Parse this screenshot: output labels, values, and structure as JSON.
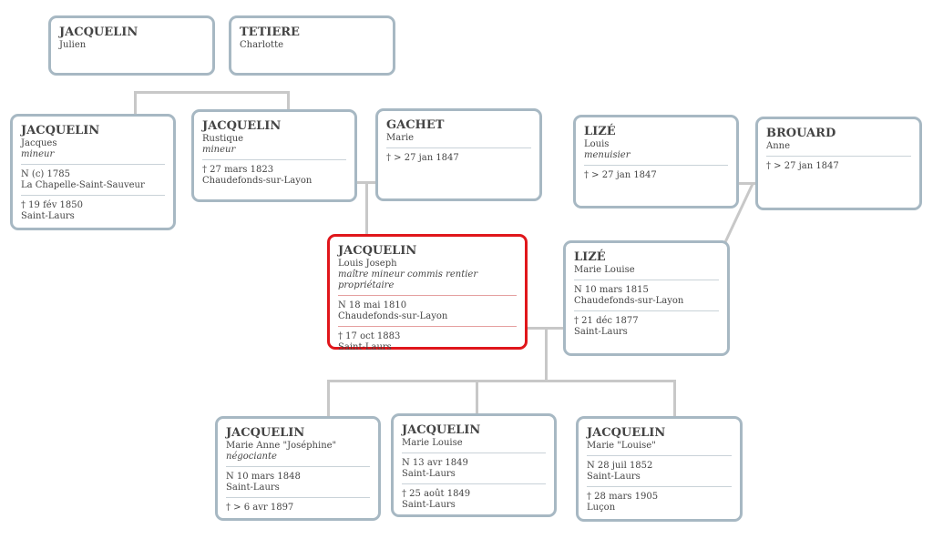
{
  "people": {
    "p1": {
      "surname": "JACQUELIN",
      "given": "Julien"
    },
    "p2": {
      "surname": "TETIERE",
      "given": "Charlotte"
    },
    "p3": {
      "surname": "JACQUELIN",
      "given": "Jacques",
      "occupation": "mineur",
      "birth": "N (c) 1785",
      "birth_place": "La Chapelle-Saint-Sauveur",
      "death": "† 19 fév 1850",
      "death_place": "Saint-Laurs"
    },
    "p4": {
      "surname": "JACQUELIN",
      "given": "Rustique",
      "occupation": "mineur",
      "death": "† 27 mars 1823",
      "death_place": "Chaudefonds-sur-Layon"
    },
    "p5": {
      "surname": "GACHET",
      "given": "Marie",
      "death": "† > 27 jan 1847"
    },
    "p6": {
      "surname": "LIZÉ",
      "given": "Louis",
      "occupation": "menuisier",
      "death": "† > 27 jan 1847"
    },
    "p7": {
      "surname": "BROUARD",
      "given": "Anne",
      "death": "† > 27 jan 1847"
    },
    "p8": {
      "surname": "JACQUELIN",
      "given": "Louis Joseph",
      "occupation": "maître mineur commis rentier propriétaire",
      "birth": "N 18 mai 1810",
      "birth_place": "Chaudefonds-sur-Layon",
      "death": "† 17 oct 1883",
      "death_place": "Saint-Laurs"
    },
    "p9": {
      "surname": "LIZÉ",
      "given": "Marie Louise",
      "birth": "N 10 mars 1815",
      "birth_place": "Chaudefonds-sur-Layon",
      "death": "† 21 déc 1877",
      "death_place": "Saint-Laurs"
    },
    "p10": {
      "surname": "JACQUELIN",
      "given": "Marie Anne \"Joséphine\"",
      "occupation": "négociante",
      "birth": "N 10 mars 1848",
      "birth_place": "Saint-Laurs",
      "death": "† > 6 avr 1897"
    },
    "p11": {
      "surname": "JACQUELIN",
      "given": "Marie Louise",
      "birth": "N 13 avr 1849",
      "birth_place": "Saint-Laurs",
      "death": "† 25 août 1849",
      "death_place": "Saint-Laurs"
    },
    "p12": {
      "surname": "JACQUELIN",
      "given": "Marie \"Louise\"",
      "birth": "N 28 juil 1852",
      "birth_place": "Saint-Laurs",
      "death": "† 28 mars 1905",
      "death_place": "Luçon"
    }
  },
  "colors": {
    "root_border": "#e0161b",
    "box_border": "#a7b8c3",
    "connector": "#c8c8c8"
  }
}
